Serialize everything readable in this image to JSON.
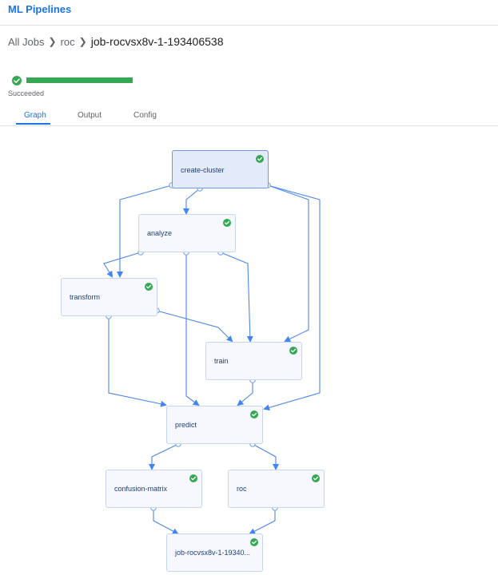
{
  "app": {
    "title": "ML Pipelines"
  },
  "breadcrumb": {
    "root": "All Jobs",
    "parent": "roc",
    "current": "job-rocvsx8v-1-193406538"
  },
  "status": {
    "text": "Succeeded",
    "progress": 1.0,
    "color": "#34a853"
  },
  "tabs": [
    {
      "label": "Graph",
      "active": true
    },
    {
      "label": "Output",
      "active": false
    },
    {
      "label": "Config",
      "active": false
    }
  ],
  "graph": {
    "nodes": [
      {
        "id": "create-cluster",
        "label": "create-cluster",
        "status": "succeeded"
      },
      {
        "id": "analyze",
        "label": "analyze",
        "status": "succeeded"
      },
      {
        "id": "transform",
        "label": "transform",
        "status": "succeeded"
      },
      {
        "id": "train",
        "label": "train",
        "status": "succeeded"
      },
      {
        "id": "predict",
        "label": "predict",
        "status": "succeeded"
      },
      {
        "id": "confusion-matrix",
        "label": "confusion-matrix",
        "status": "succeeded"
      },
      {
        "id": "roc",
        "label": "roc",
        "status": "succeeded"
      },
      {
        "id": "exit-handler",
        "label": "job-rocvsx8v-1-19340...",
        "status": "succeeded"
      }
    ],
    "edges": [
      [
        "create-cluster",
        "analyze"
      ],
      [
        "create-cluster",
        "transform"
      ],
      [
        "create-cluster",
        "train"
      ],
      [
        "create-cluster",
        "predict"
      ],
      [
        "analyze",
        "transform"
      ],
      [
        "analyze",
        "train"
      ],
      [
        "analyze",
        "predict"
      ],
      [
        "transform",
        "train"
      ],
      [
        "transform",
        "predict"
      ],
      [
        "train",
        "predict"
      ],
      [
        "predict",
        "confusion-matrix"
      ],
      [
        "predict",
        "roc"
      ],
      [
        "confusion-matrix",
        "exit-handler"
      ],
      [
        "roc",
        "exit-handler"
      ]
    ]
  }
}
